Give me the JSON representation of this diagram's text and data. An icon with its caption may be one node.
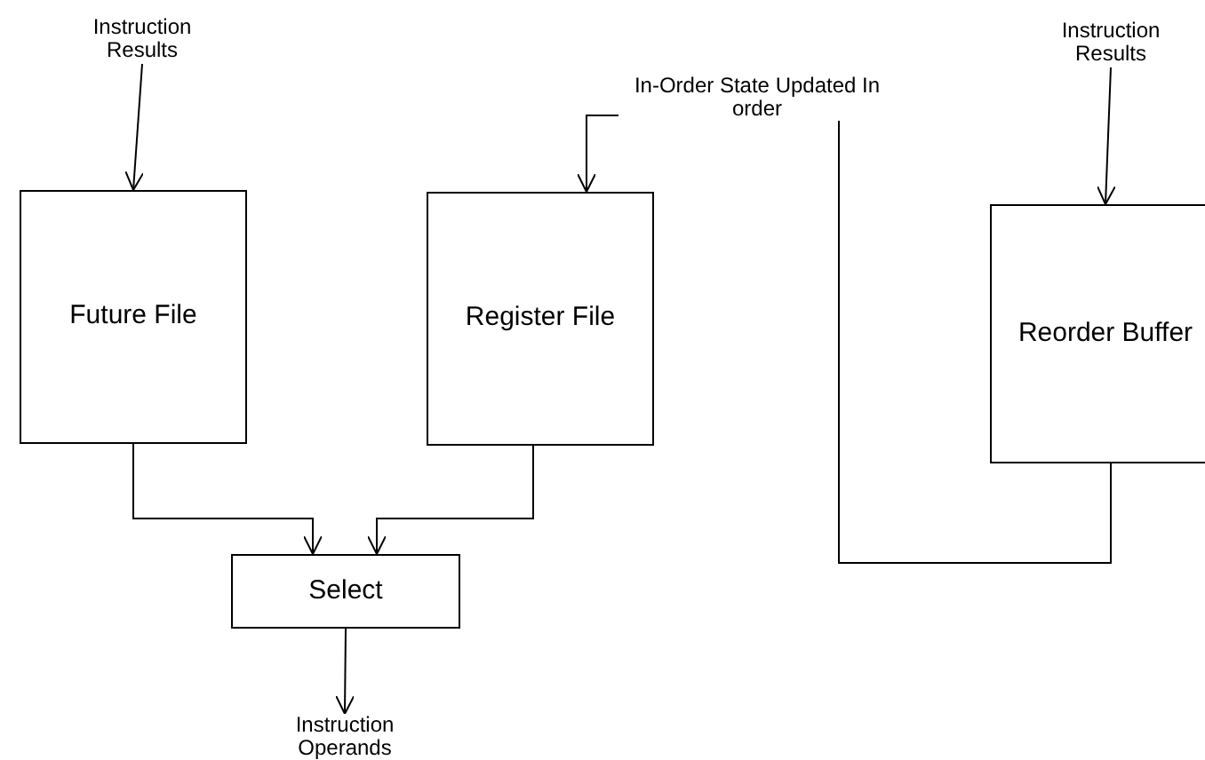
{
  "diagram": {
    "nodes": [
      {
        "text": [
          "Instruction Results"
        ]
      },
      {
        "text": [
          "Future File"
        ]
      },
      {
        "text": [
          "Register File"
        ]
      },
      {
        "text": [
          "Instruction Results"
        ]
      },
      {
        "text": [
          "Reorder Buffer"
        ]
      },
      {
        "text": [
          "Select"
        ]
      },
      {
        "text": [
          "Instruction Operands"
        ]
      }
    ],
    "edges": [
      {
        "from": 0,
        "to": 1,
        "arrow": "to"
      },
      {
        "from": 3,
        "to": 4,
        "arrow": "to"
      },
      {
        "from": 1,
        "to": 5,
        "arrow": "to"
      },
      {
        "from": 2,
        "to": 5,
        "arrow": "to"
      },
      {
        "from": 4,
        "to": 2,
        "arrow": "to",
        "label": "In-Order State Updated In order"
      },
      {
        "from": 5,
        "to": 6,
        "arrow": "to"
      }
    ]
  }
}
